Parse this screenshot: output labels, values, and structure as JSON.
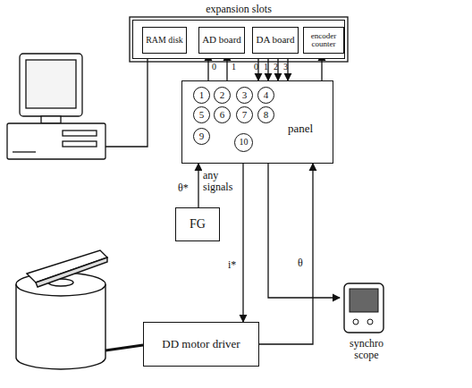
{
  "diagram": {
    "nodes": [
      {
        "text": [
          "expansion slots"
        ]
      },
      {
        "text": [
          "RAM disk"
        ],
        "in": 0
      },
      {
        "text": [
          "AD board"
        ],
        "in": 0
      },
      {
        "text": [
          "DA board"
        ],
        "in": 0
      },
      {
        "text": [
          "encoder counter"
        ],
        "in": 0
      },
      {
        "text": [
          "panel"
        ]
      },
      {
        "text": [
          "1"
        ],
        "in": 5
      },
      {
        "text": [
          "2"
        ],
        "in": 5
      },
      {
        "text": [
          "3"
        ],
        "in": 5
      },
      {
        "text": [
          "4"
        ],
        "in": 5
      },
      {
        "text": [
          "5"
        ],
        "in": 5
      },
      {
        "text": [
          "6"
        ],
        "in": 5
      },
      {
        "text": [
          "7"
        ],
        "in": 5
      },
      {
        "text": [
          "8"
        ],
        "in": 5
      },
      {
        "text": [
          "9"
        ],
        "in": 5
      },
      {
        "text": [
          "10"
        ],
        "in": 5
      },
      {
        "text": [
          "FG"
        ]
      },
      {
        "text": [
          "DD motor driver"
        ]
      },
      {
        "text": [
          "synchro scope"
        ]
      }
    ],
    "edges": [
      {
        "from": 5,
        "to": 2,
        "arrow": "to"
      },
      {
        "from": 5,
        "to": 2,
        "arrow": "to"
      },
      {
        "from": 3,
        "to": 5,
        "arrow": "to"
      },
      {
        "from": 3,
        "to": 5,
        "arrow": "to"
      },
      {
        "from": 3,
        "to": 5,
        "arrow": "to"
      },
      {
        "from": 3,
        "to": 5,
        "arrow": "to"
      },
      {
        "from": 5,
        "to": 4,
        "arrow": "to"
      },
      {
        "from": 16,
        "to": 5,
        "arrow": "to"
      },
      {
        "from": 5,
        "to": 17,
        "arrow": "to"
      },
      {
        "from": 17,
        "to": 5,
        "arrow": "to"
      },
      {
        "from": 5,
        "to": 18,
        "arrow": "to"
      }
    ],
    "labels": [
      "0",
      "1",
      "0",
      "1",
      "2",
      "3",
      "θ*",
      "any signals",
      "i*",
      "θ"
    ]
  }
}
